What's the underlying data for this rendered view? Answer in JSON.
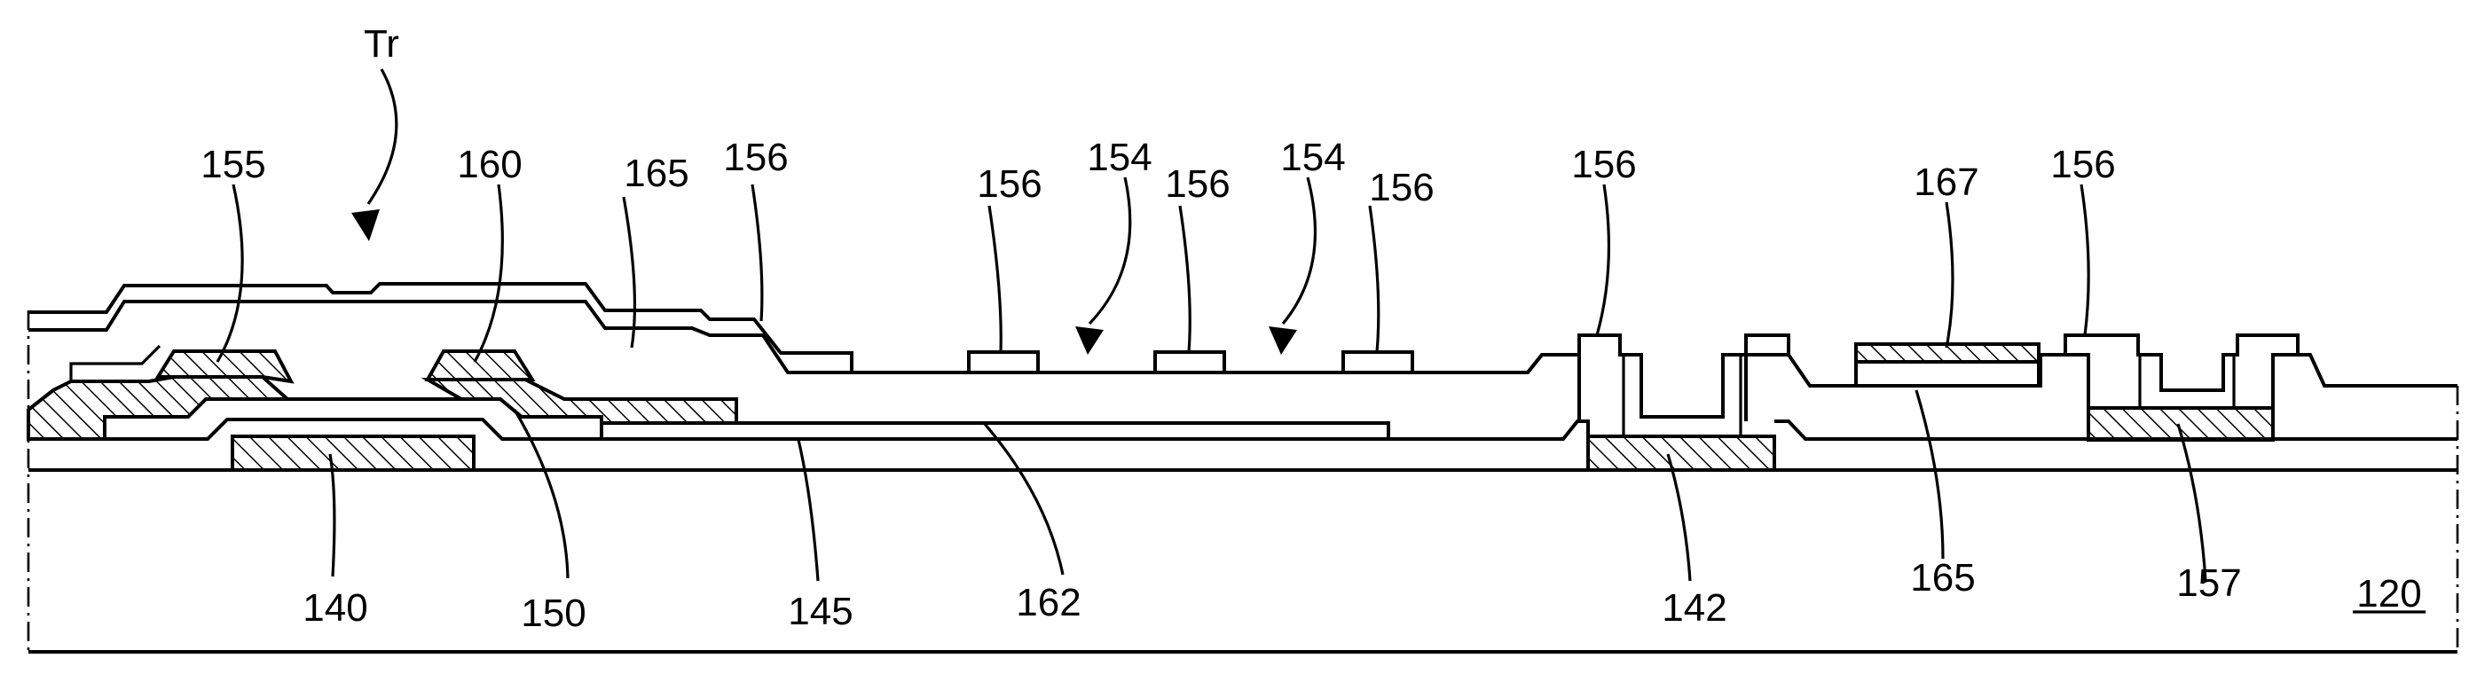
{
  "figure": {
    "labels": {
      "tr": "Tr",
      "l155": "155",
      "l160": "160",
      "l165a": "165",
      "l156a": "156",
      "l156b": "156",
      "l154a": "154",
      "l156c": "156",
      "l154b": "154",
      "l156d": "156",
      "l156e": "156",
      "l167": "167",
      "l156f": "156",
      "l140": "140",
      "l150": "150",
      "l145": "145",
      "l162": "162",
      "l142": "142",
      "l165b": "165",
      "l157": "157",
      "l120": "120"
    }
  }
}
